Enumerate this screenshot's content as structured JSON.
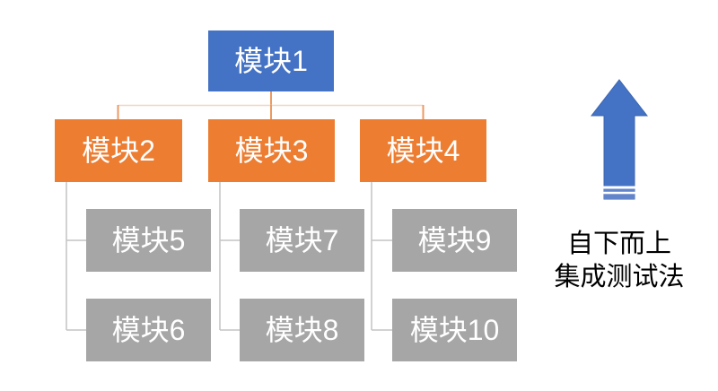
{
  "tree": {
    "root": {
      "label": "模块1"
    },
    "branches": [
      {
        "label": "模块2",
        "children": [
          {
            "label": "模块5"
          },
          {
            "label": "模块6"
          }
        ]
      },
      {
        "label": "模块3",
        "children": [
          {
            "label": "模块7"
          },
          {
            "label": "模块8"
          }
        ]
      },
      {
        "label": "模块4",
        "children": [
          {
            "label": "模块9"
          },
          {
            "label": "模块10"
          }
        ]
      }
    ]
  },
  "annotation": {
    "line1": "自下而上",
    "line2": "集成测试法",
    "arrow_icon": "up-arrow-icon"
  },
  "colors": {
    "root_fill": "#4472C4",
    "branch_fill": "#ED7D31",
    "child_fill": "#A6A6A6",
    "box_text": "#FFFFFF",
    "connector_orange": "#EC9A63",
    "connector_orange_light": "#F0D6C0",
    "connector_gray": "#C4C4C4",
    "arrow_fill": "#4472C4",
    "arrow_stripe": "#FFFFFF",
    "annotation_text": "#000000",
    "background": "#FFFFFF"
  }
}
